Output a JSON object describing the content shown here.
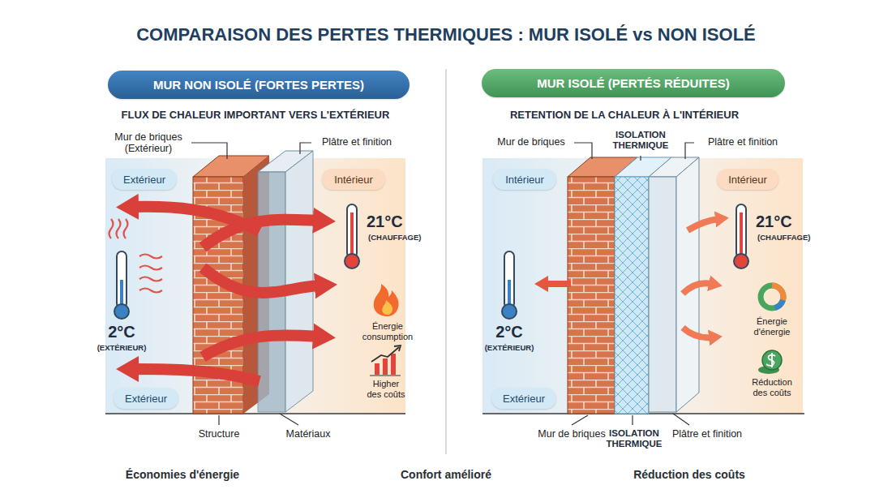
{
  "diagram": {
    "title": "COMPARAISON DES PERTES THERMIQUES : MUR ISOLÉ vs NON ISOLÉ",
    "nodes": [
      {
        "text": [
          "MUR NON ISOLÉ (FORTES PERTES)"
        ]
      },
      {
        "text": [
          "Extérieur"
        ]
      },
      {
        "text": [
          "Intérieur"
        ]
      },
      {
        "text": [
          "Extérieur"
        ]
      },
      {
        "text": [
          "MUR ISOLÉ (PERTÉS RÉDUITES)"
        ]
      },
      {
        "text": [
          "Intérieur"
        ]
      },
      {
        "text": [
          "Intérieur"
        ]
      },
      {
        "text": [
          "Extérieur"
        ]
      }
    ],
    "labels": [
      "FLUX DE CHALEUR IMPORTANT VERS L'EXTÉRIEUR",
      "Mur de briques (Extérieur)",
      "Plâtre et finition",
      "21°C",
      "(CHAUFFAGE)",
      "2°C",
      "(EXTÉRIEUR)",
      "Énergie consumption",
      "Higher des coûts",
      "Structure",
      "Matériaux",
      "RETENTION DE LA CHALEUR À L'INTÉRIEUR",
      "Mur de briques",
      "ISOLATION THERMIQUE",
      "Plâtre et finition",
      "21°C",
      "(CHAUFFAGE)",
      "2°C",
      "(EXTÉRIEUR)",
      "Énergie d'énergie",
      "Réduction des coûts",
      "Mur de briques",
      "ISOLATION THERMIQUE",
      "Plâtre et finition",
      "Économies d'énergie",
      "Confort amélioré",
      "Réduction des coûts"
    ]
  }
}
